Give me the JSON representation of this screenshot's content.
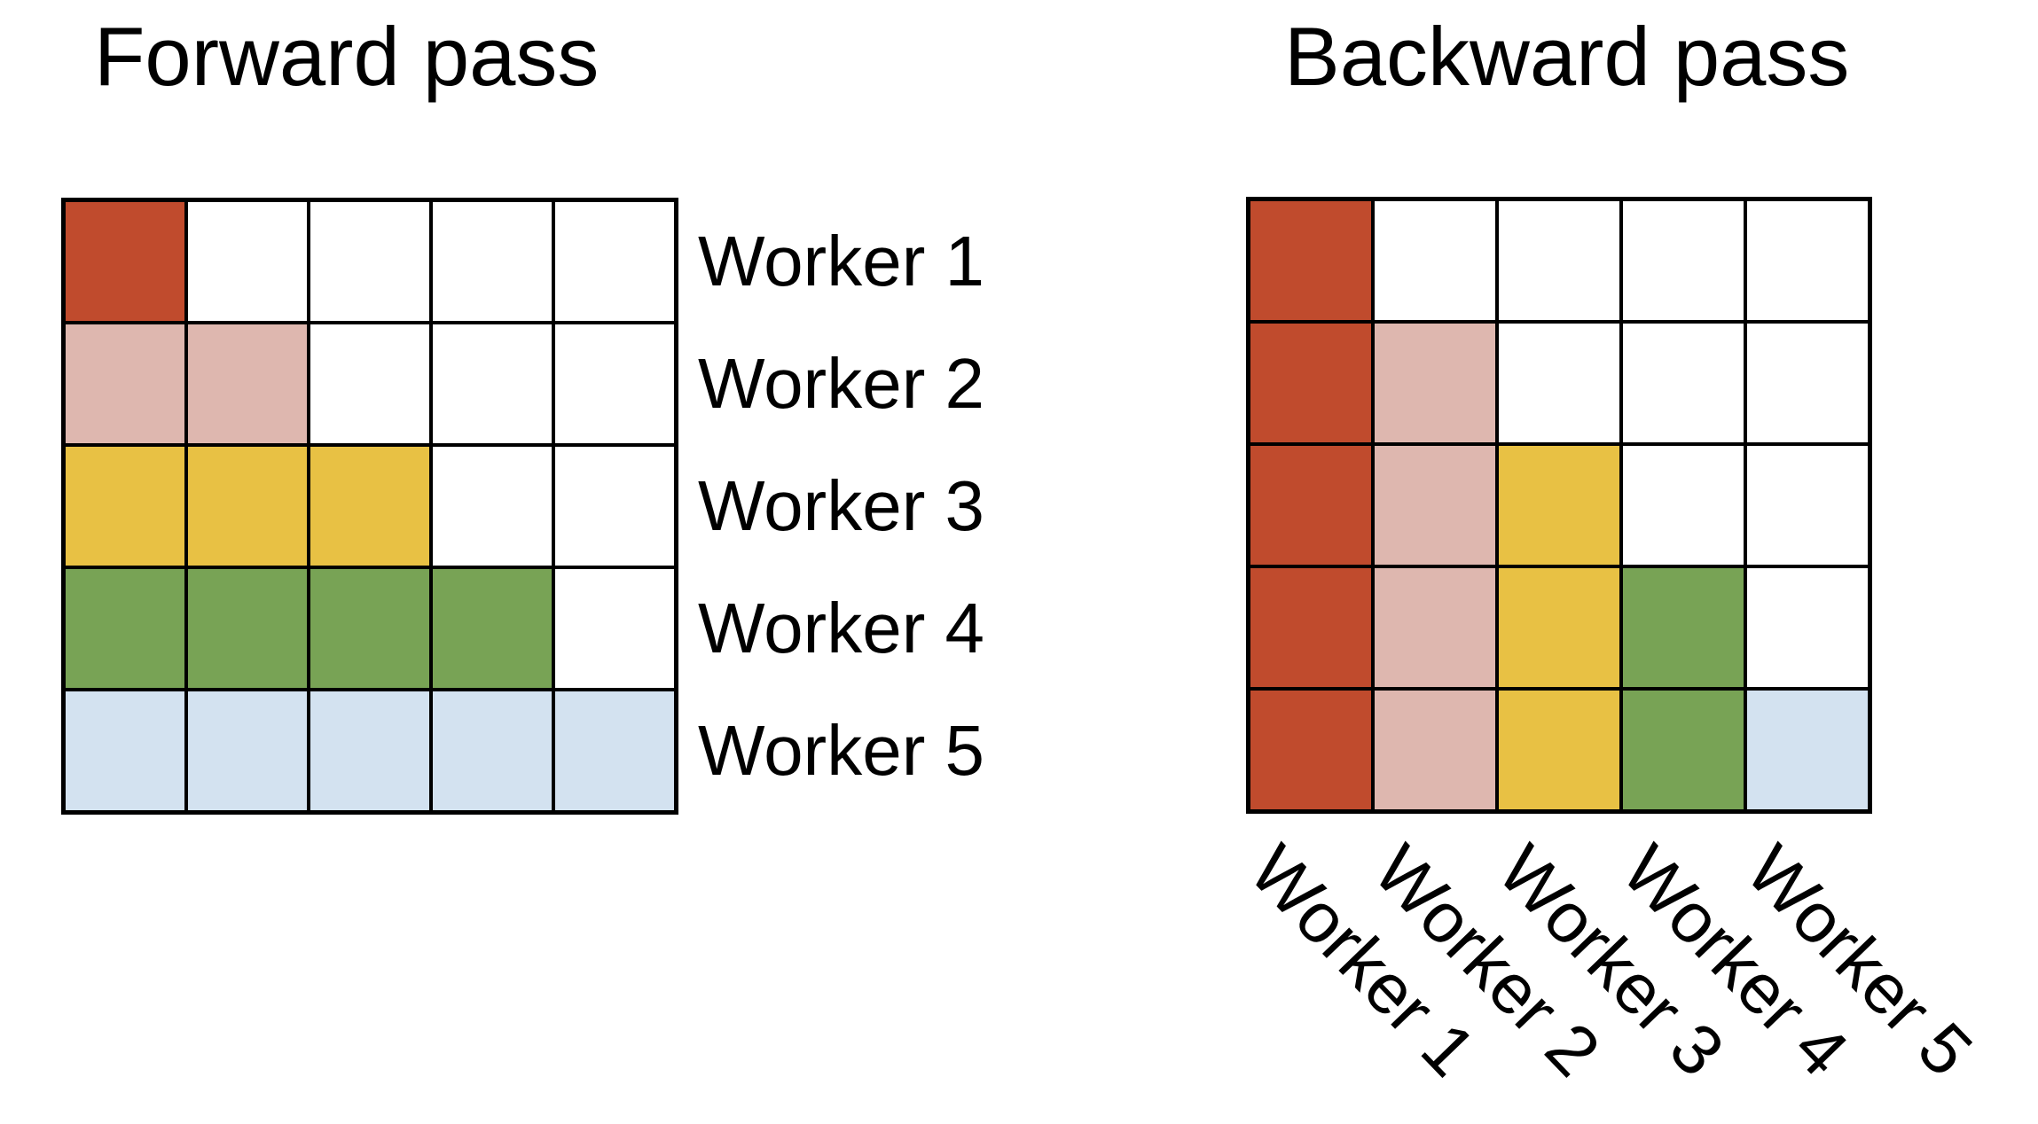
{
  "page": {
    "background": "#ffffff",
    "text_color": "#000000",
    "grid_line_color": "#000000"
  },
  "palette": {
    "worker1": "#c04b2d",
    "worker2": "#deb7af",
    "worker3": "#e8c144",
    "worker4": "#78a355",
    "worker5": "#d3e2f0",
    "empty": "#ffffff"
  },
  "chart_data": [
    {
      "type": "heatmap",
      "title": "Forward pass",
      "row_labels": [
        "Worker 1",
        "Worker 2",
        "Worker 3",
        "Worker 4",
        "Worker 5"
      ],
      "col_labels": [],
      "label_side": "right",
      "grid_rows": 5,
      "grid_cols": 5,
      "matrix": [
        [
          1,
          0,
          0,
          0,
          0
        ],
        [
          2,
          2,
          0,
          0,
          0
        ],
        [
          3,
          3,
          3,
          0,
          0
        ],
        [
          4,
          4,
          4,
          4,
          0
        ],
        [
          5,
          5,
          5,
          5,
          5
        ]
      ],
      "cell_value_meaning": "k>0 means cell filled with worker k color; 0 means empty white cell",
      "grid_on": true,
      "legend": "none"
    },
    {
      "type": "heatmap",
      "title": "Backward pass",
      "row_labels": [],
      "col_labels": [
        "Worker 1",
        "Worker 2",
        "Worker 3",
        "Worker 4",
        "Worker 5"
      ],
      "label_side": "bottom",
      "col_label_rotation_deg": 46,
      "grid_rows": 5,
      "grid_cols": 5,
      "matrix": [
        [
          1,
          0,
          0,
          0,
          0
        ],
        [
          1,
          2,
          0,
          0,
          0
        ],
        [
          1,
          2,
          3,
          0,
          0
        ],
        [
          1,
          2,
          3,
          4,
          0
        ],
        [
          1,
          2,
          3,
          4,
          5
        ]
      ],
      "cell_value_meaning": "k>0 means cell filled with worker k color; 0 means empty white cell",
      "grid_on": true,
      "legend": "none"
    }
  ]
}
